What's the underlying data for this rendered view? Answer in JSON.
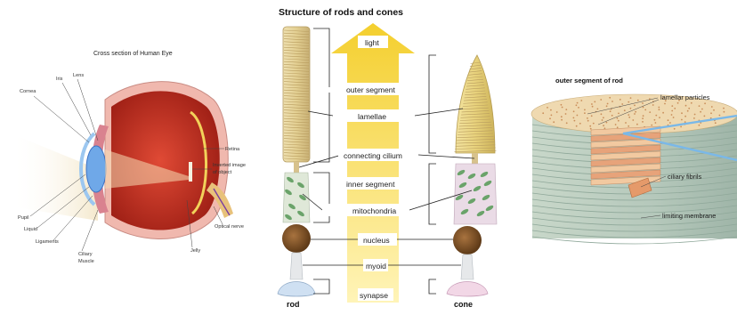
{
  "eye_panel": {
    "title": "Cross section of Human Eye",
    "labels": {
      "cornea": "Cornea",
      "iris": "Iris",
      "lens": "Lens",
      "retina": "Retina",
      "inverted_image": "Inverted image",
      "of_object": "of object",
      "pupil": "Pupil",
      "liquid": "Liquid",
      "ligaments": "Ligaments",
      "ciliary": "Ciliary",
      "muscle": "Muscle",
      "jelly": "Jelly",
      "optical_nerve": "Optical nerve"
    }
  },
  "rods_cones_panel": {
    "title": "Structure of rods and cones",
    "labels": {
      "light": "light",
      "outer_segment": "outer segment",
      "lamellae": "lamellae",
      "connecting_cilium": "connecting cilium",
      "inner_segment": "inner segment",
      "mitochondria": "mitochondria",
      "nucleus": "nucleus",
      "myoid": "myoid",
      "synapse": "synapse",
      "rod": "rod",
      "cone": "cone"
    }
  },
  "outer_segment_panel": {
    "title": "outer segment of rod",
    "labels": {
      "lamellar_particles": "lamellar particles",
      "ciliary_fibrils": "ciliary fibrils",
      "limiting_membrane": "limiting membrane"
    }
  },
  "colors": {
    "sclera": "#c0392b",
    "eye_pink": "#e9a7a0",
    "light_arrow": "#f7d94c",
    "rod_segment": "#ead9a2",
    "mitochondria": "#6aa36a",
    "nucleus": "#8b5a2b",
    "pointer_arrow": "#7ab8e8"
  }
}
